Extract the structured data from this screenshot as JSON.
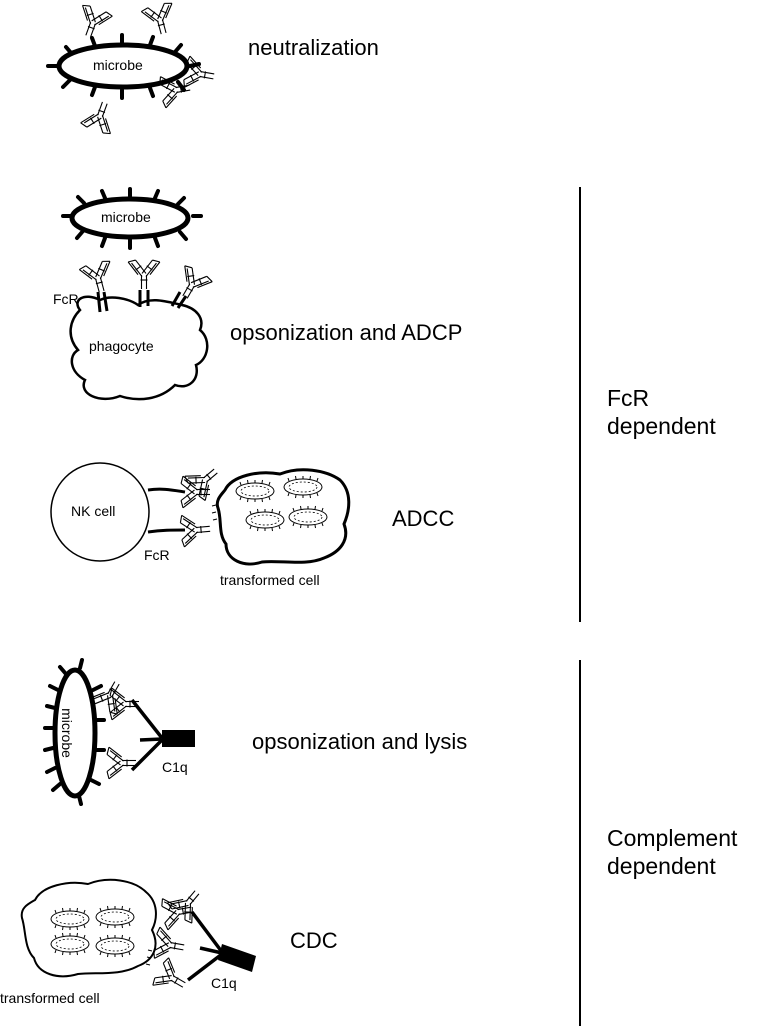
{
  "mechanisms": {
    "neutralization": "neutralization",
    "opsonization_adcp": "opsonization and ADCP",
    "adcc": "ADCC",
    "opsonization_lysis": "opsonization and lysis",
    "cdc": "CDC"
  },
  "groups": {
    "fcr_line1": "FcR",
    "fcr_line2": "dependent",
    "complement_line1": "Complement",
    "complement_line2": "dependent"
  },
  "cell_labels": {
    "microbe_1": "microbe",
    "microbe_2": "microbe",
    "microbe_3": "microbe",
    "phagocyte": "phagocyte",
    "nk_cell": "NK cell",
    "transformed_cell_1": "transformed cell",
    "transformed_cell_2": "transformed cell",
    "fcr_1": "FcR",
    "fcr_2": "FcR",
    "c1q_1": "C1q",
    "c1q_2": "C1q"
  }
}
